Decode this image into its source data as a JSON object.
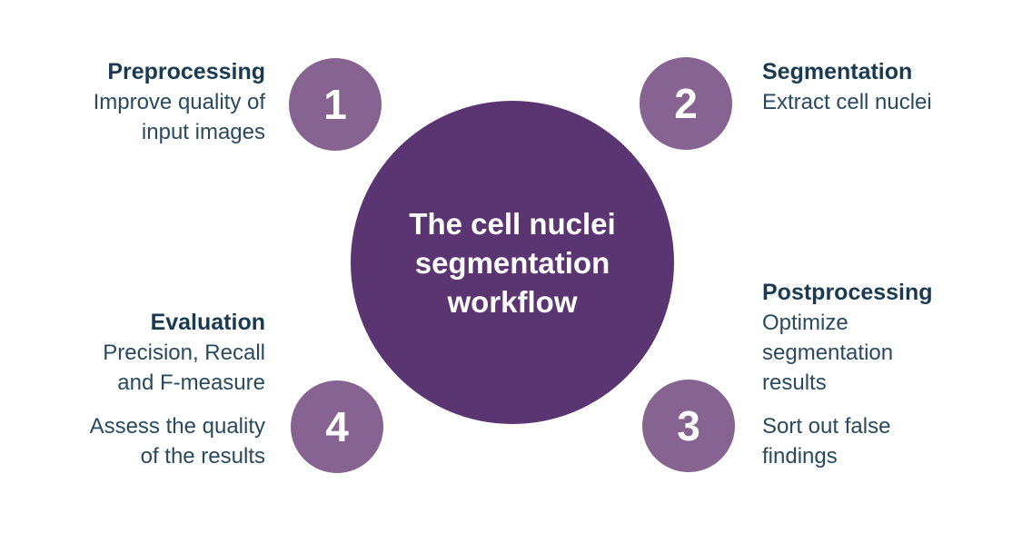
{
  "diagram": {
    "center": {
      "title": "The cell nuclei\nsegmentation\nworkflow"
    },
    "steps": [
      {
        "number": "1",
        "title": "Preprocessing",
        "description": "Improve quality of\ninput images"
      },
      {
        "number": "2",
        "title": "Segmentation",
        "description": "Extract cell nuclei"
      },
      {
        "number": "3",
        "title": "Postprocessing",
        "description": "Optimize\nsegmentation\nresults",
        "description2": "Sort out false\nfindings"
      },
      {
        "number": "4",
        "title": "Evaluation",
        "description": "Precision, Recall\nand F-measure",
        "description2": "Assess the quality\nof the results"
      }
    ]
  },
  "colors": {
    "background": "#ffffff",
    "center_circle": "#5b3472",
    "step_circle": "#866391",
    "heading_text": "#1a3a52",
    "body_text": "#29495e",
    "center_text": "#ffffff",
    "number_text": "#ffffff"
  }
}
